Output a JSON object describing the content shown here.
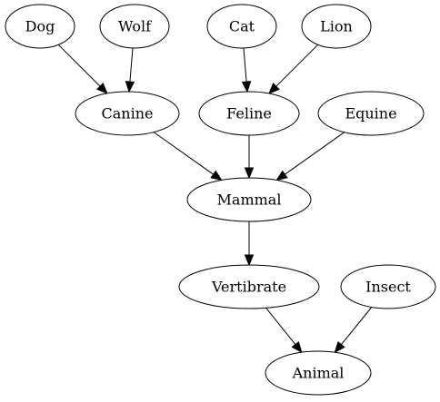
{
  "diagram": {
    "nodes": [
      {
        "id": "dog",
        "label": "Dog"
      },
      {
        "id": "wolf",
        "label": "Wolf"
      },
      {
        "id": "cat",
        "label": "Cat"
      },
      {
        "id": "lion",
        "label": "Lion"
      },
      {
        "id": "canine",
        "label": "Canine"
      },
      {
        "id": "feline",
        "label": "Feline"
      },
      {
        "id": "equine",
        "label": "Equine"
      },
      {
        "id": "mammal",
        "label": "Mammal"
      },
      {
        "id": "vertibrate",
        "label": "Vertibrate"
      },
      {
        "id": "insect",
        "label": "Insect"
      },
      {
        "id": "animal",
        "label": "Animal"
      }
    ],
    "edges": [
      {
        "from": "dog",
        "to": "canine"
      },
      {
        "from": "wolf",
        "to": "canine"
      },
      {
        "from": "cat",
        "to": "feline"
      },
      {
        "from": "lion",
        "to": "feline"
      },
      {
        "from": "canine",
        "to": "mammal"
      },
      {
        "from": "feline",
        "to": "mammal"
      },
      {
        "from": "equine",
        "to": "mammal"
      },
      {
        "from": "mammal",
        "to": "vertibrate"
      },
      {
        "from": "vertibrate",
        "to": "animal"
      },
      {
        "from": "insect",
        "to": "animal"
      }
    ]
  }
}
